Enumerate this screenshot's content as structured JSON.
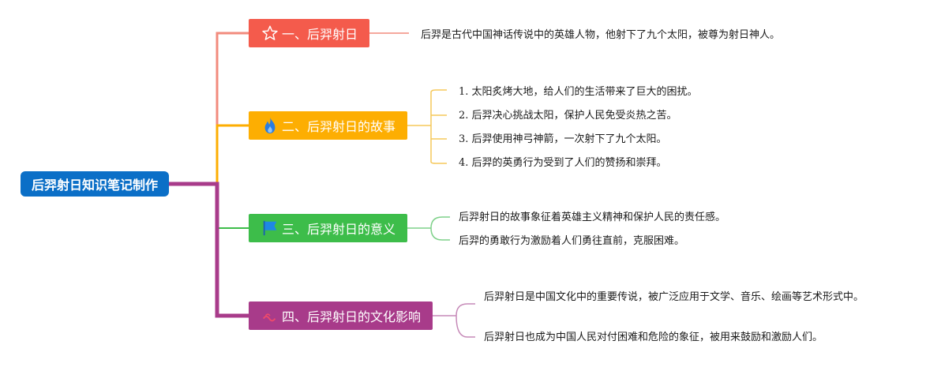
{
  "root": {
    "label": "后羿射日知识笔记制作",
    "color": "#0b6fc7"
  },
  "branches": [
    {
      "label": "一、后羿射日",
      "icon": "star-icon",
      "color": "#f45b4c",
      "line_color": "#f28b7d",
      "items": [
        "后羿是古代中国神话传说中的英雄人物，他射下了九个太阳，被尊为射日神人。"
      ]
    },
    {
      "label": "二、后羿射日的故事",
      "icon": "flame-icon",
      "color": "#fdae02",
      "line_color": "#f5c85a",
      "items": [
        {
          "num": "1.",
          "text": "太阳炙烤大地，给人们的生活带来了巨大的困扰。"
        },
        {
          "num": "2.",
          "text": "后羿决心挑战太阳，保护人民免受炎热之苦。"
        },
        {
          "num": "3.",
          "text": "后羿使用神弓神箭，一次射下了九个太阳。"
        },
        {
          "num": "4.",
          "text": "后羿的英勇行为受到了人们的赞扬和崇拜。"
        }
      ]
    },
    {
      "label": "三、后羿射日的意义",
      "icon": "flag-icon",
      "color": "#3dbd4a",
      "line_color": "#7fd18a",
      "items": [
        "后羿射日的故事象征着英雄主义精神和保护人民的责任感。",
        "后羿的勇敢行为激励着人们勇往直前，克服困难。"
      ]
    },
    {
      "label": "四、后羿射日的文化影响",
      "icon": "waves-icon",
      "color": "#a83b8a",
      "line_color": "#c68ab8",
      "items": [
        "后羿射日是中国文化中的重要传说，被广泛应用于文学、音乐、绘画等艺术形式中。",
        "后羿射日也成为中国人民对付困难和危险的象征，被用来鼓励和激励人们。"
      ]
    }
  ]
}
